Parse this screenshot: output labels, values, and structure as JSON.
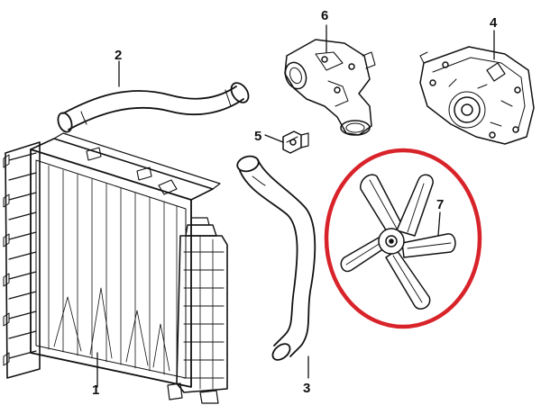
{
  "callouts": [
    {
      "id": "1",
      "label": "1"
    },
    {
      "id": "2",
      "label": "2"
    },
    {
      "id": "3",
      "label": "3"
    },
    {
      "id": "4",
      "label": "4"
    },
    {
      "id": "5",
      "label": "5"
    },
    {
      "id": "6",
      "label": "6"
    },
    {
      "id": "7",
      "label": "7"
    }
  ],
  "highlight_color": "#d8232a",
  "ink_color": "#111111",
  "parts": [
    {
      "callout": "1",
      "name": "radiator"
    },
    {
      "callout": "2",
      "name": "upper-radiator-hose"
    },
    {
      "callout": "3",
      "name": "lower-radiator-hose"
    },
    {
      "callout": "4",
      "name": "water-pump"
    },
    {
      "callout": "5",
      "name": "temperature-sensor"
    },
    {
      "callout": "6",
      "name": "thermostat-housing"
    },
    {
      "callout": "7",
      "name": "cooling-fan"
    }
  ]
}
